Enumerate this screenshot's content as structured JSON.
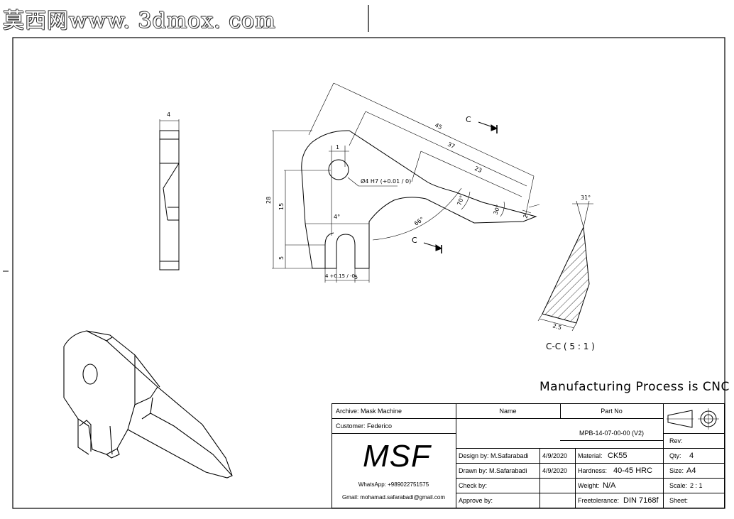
{
  "watermark": "莫西网www. 3dmox. com",
  "process_note": "Manufacturing Process is CNC",
  "views": {
    "section_label": "C-C ( 5 : 1 )",
    "section_marker": "C",
    "section_marker_2": "C"
  },
  "dimensions": {
    "d4_thickness": "4",
    "d45": "45",
    "d37": "37",
    "d23": "23",
    "d28": "28",
    "d15": "15",
    "d5_left": "5",
    "d1": "1",
    "hole": "Ø4 H7 (+0.01 / 0)",
    "ang4": "4°",
    "ang66": "66°",
    "ang70": "70°",
    "ang30": "30°",
    "d2": "2",
    "slot_width": "4 +0.15 / -0",
    "d5_bottom": "5",
    "ang31": "31°",
    "d25": "2.5"
  },
  "title_block": {
    "archive": "Archive: Mask Machine",
    "customer": "Customer: Federico",
    "name_header": "Name",
    "partno_header": "Part No",
    "partno": "MPB-14-07-00-00 (V2)",
    "logo": "MSF",
    "whatsapp": "WhatsApp: +989022751575",
    "gmail": "Gmail: mohamad.safarabadi@gmail.com",
    "design_by": "Design by: M.Safarabadi",
    "design_date": "4/9/2020",
    "drawn_by": "Drawn by: M.Safarabadi",
    "drawn_date": "4/9/2020",
    "check_by": "Check by:",
    "approve_by": "Approve by:",
    "material_label": "Material:",
    "material": "CK55",
    "hardness_label": "Hardness:",
    "hardness": "40-45 HRC",
    "weight_label": "Weight:",
    "weight": "N/A",
    "freetol_label": "Freetolerance:",
    "freetol": "DIN 7168f",
    "rev": "Rev:",
    "qty_label": "Qty:",
    "qty": "4",
    "size_label": "Size:",
    "size": "A4",
    "scale_label": "Scale:",
    "scale": "2 : 1",
    "sheet": "Sheet:"
  }
}
